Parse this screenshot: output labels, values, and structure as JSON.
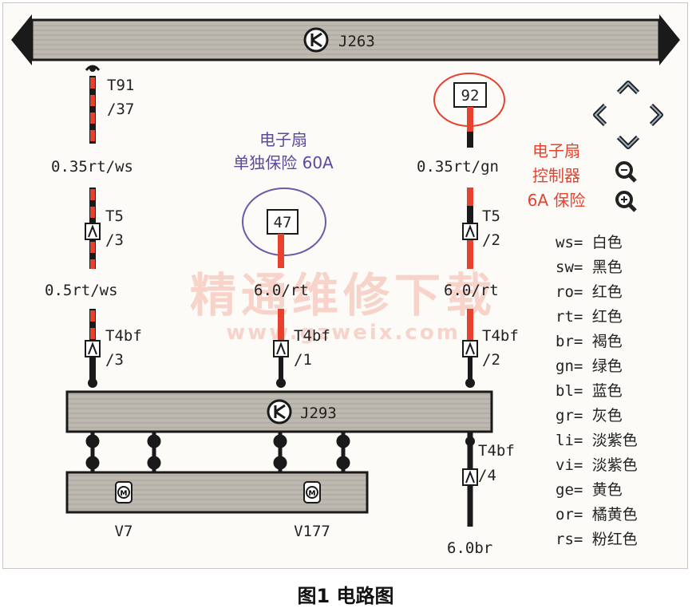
{
  "components": {
    "j263": "J263",
    "j293": "J293",
    "v7": "V7",
    "v177": "V177"
  },
  "connectors": {
    "t91_a": "T91",
    "t91_b": "/37",
    "t5_left_a": "T5",
    "t5_left_b": "/3",
    "t4bf_left_a": "T4bf",
    "t4bf_left_b": "/3",
    "t4bf_mid_a": "T4bf",
    "t4bf_mid_b": "/1",
    "t5_right_a": "T5",
    "t5_right_b": "/2",
    "t4bf_right_a": "T4bf",
    "t4bf_right_b": "/2",
    "t4bf_bottom_a": "T4bf",
    "t4bf_bottom_b": "/4"
  },
  "fuses": {
    "f47": "47",
    "f92": "92"
  },
  "wires": {
    "left_top": "0.35rt/ws",
    "left_mid": "0.5rt/ws",
    "middle": "6.0/rt",
    "right_top": "0.35rt/gn",
    "right_mid": "6.0/rt",
    "ground": "6.0br"
  },
  "notes": {
    "fan_fuse_line1": "电子扇",
    "fan_fuse_line2": "单独保险 60A",
    "ctrl_line1": "电子扇",
    "ctrl_line2": "控制器",
    "ctrl_line3": "6A 保险"
  },
  "legend": [
    "ws= 白色",
    "sw= 黑色",
    "ro= 红色",
    "rt= 红色",
    "br= 褐色",
    "gn= 绿色",
    "bl= 蓝色",
    "gr= 灰色",
    "li= 淡紫色",
    "vi= 淡紫色",
    "ge= 黄色",
    "or= 橘黄色",
    "rs= 粉红色"
  ],
  "watermark": {
    "line1": "精通维修下载",
    "line2": "www.gzweix.com"
  },
  "caption": "图1 电路图",
  "colors": {
    "red": "#e8412e",
    "black": "#1a1a1a",
    "module_fill": "#bdb8b0",
    "note_purple": "#5b4a9e",
    "note_red": "#e8412e"
  },
  "icons": [
    "pan-up-icon",
    "pan-left-icon",
    "pan-right-icon",
    "pan-down-icon",
    "zoom-out-icon",
    "zoom-in-icon"
  ]
}
